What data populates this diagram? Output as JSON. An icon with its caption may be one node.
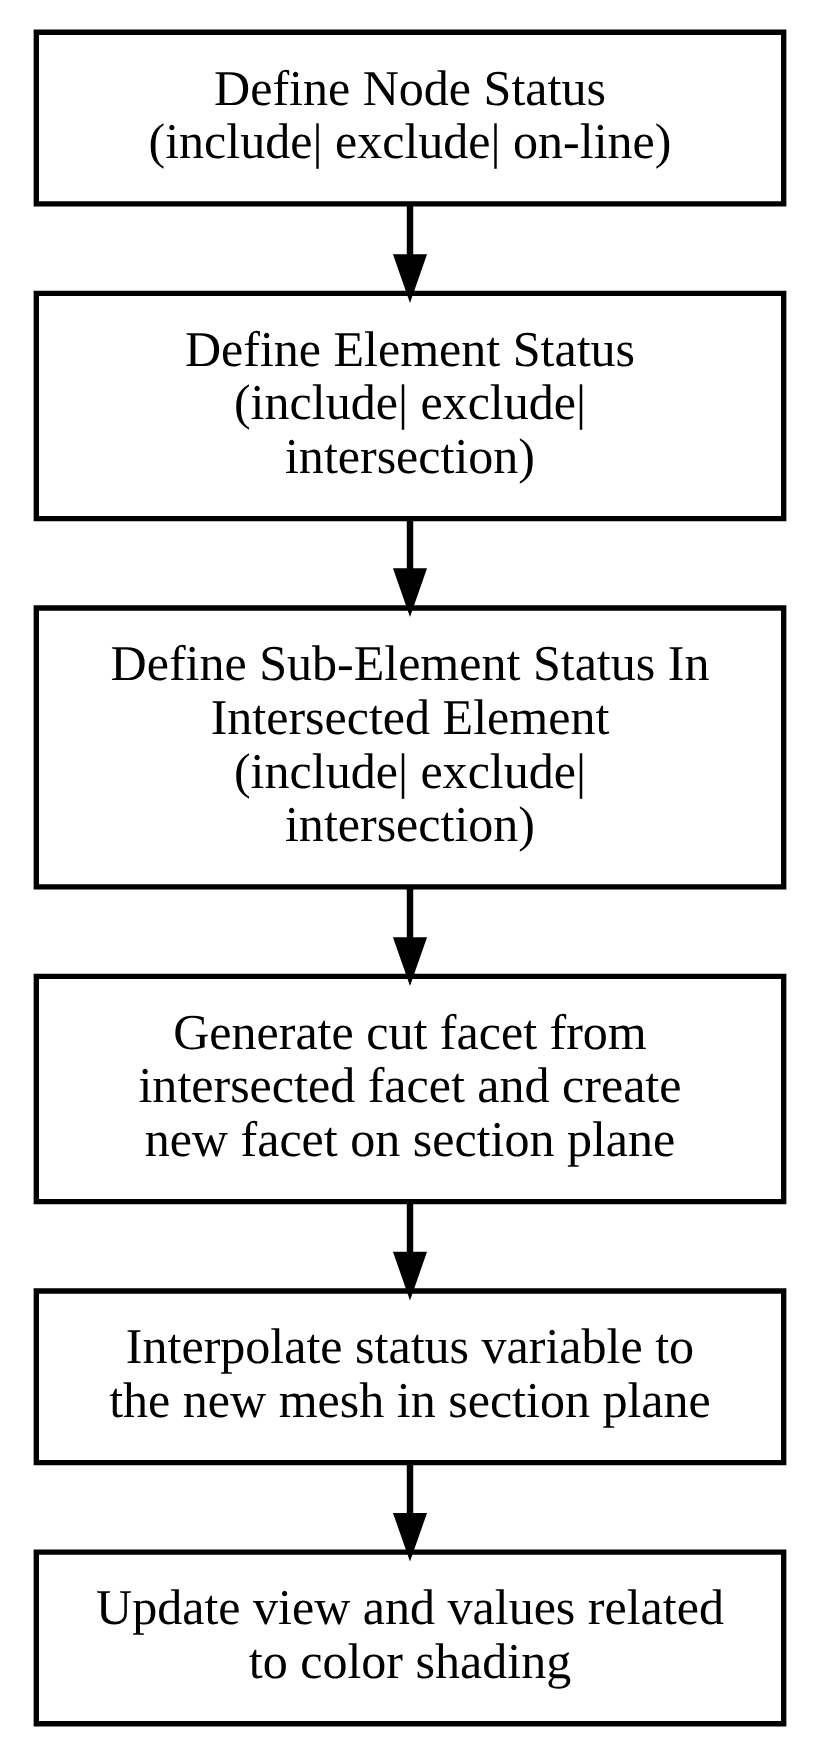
{
  "diagram": {
    "nodes": [
      {
        "text": [
          "Define Node Status",
          "(include| exclude| on-line)"
        ]
      },
      {
        "text": [
          "Define Element Status",
          "(include| exclude| intersection)"
        ]
      },
      {
        "text": [
          "Define Sub-Element Status In Intersected Element",
          "(include| exclude| intersection)"
        ]
      },
      {
        "text": [
          "Generate cut facet from intersected facet and create new facet on section plane"
        ]
      },
      {
        "text": [
          "Interpolate status variable to the new mesh in section plane"
        ]
      },
      {
        "text": [
          "Update view and values related to color shading"
        ]
      }
    ],
    "edges": [
      {
        "from": 0,
        "to": 1,
        "arrow": "to"
      },
      {
        "from": 1,
        "to": 2,
        "arrow": "to"
      },
      {
        "from": 2,
        "to": 3,
        "arrow": "to"
      },
      {
        "from": 3,
        "to": 4,
        "arrow": "to"
      },
      {
        "from": 4,
        "to": 5,
        "arrow": "to"
      }
    ]
  }
}
